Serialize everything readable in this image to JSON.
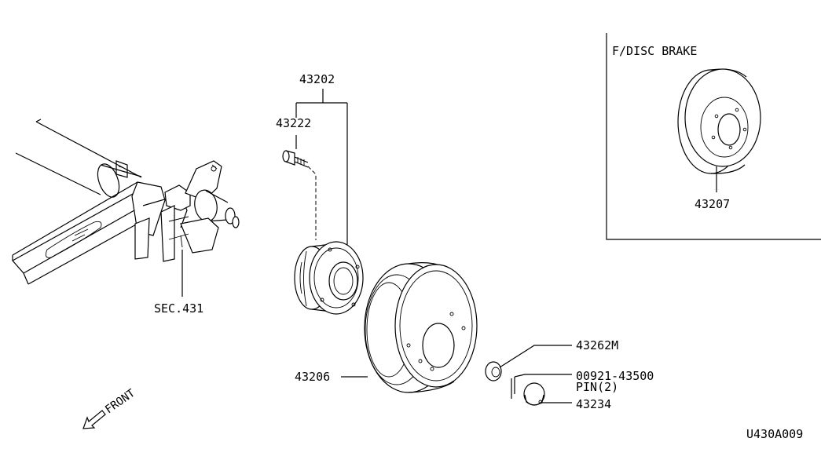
{
  "parts": {
    "p43202": "43202",
    "p43222": "43222",
    "sec431": "SEC.431",
    "p43206": "43206",
    "p43262m": "43262M",
    "p00921": "00921-43500",
    "pin2": "PIN(2)",
    "p43234": "43234",
    "p43207": "43207"
  },
  "inset": {
    "title": "F/DISC BRAKE"
  },
  "front_label": "FRONT",
  "diagram_code": "U430A009",
  "icons": {
    "front_arrow": "front-arrow-icon"
  }
}
